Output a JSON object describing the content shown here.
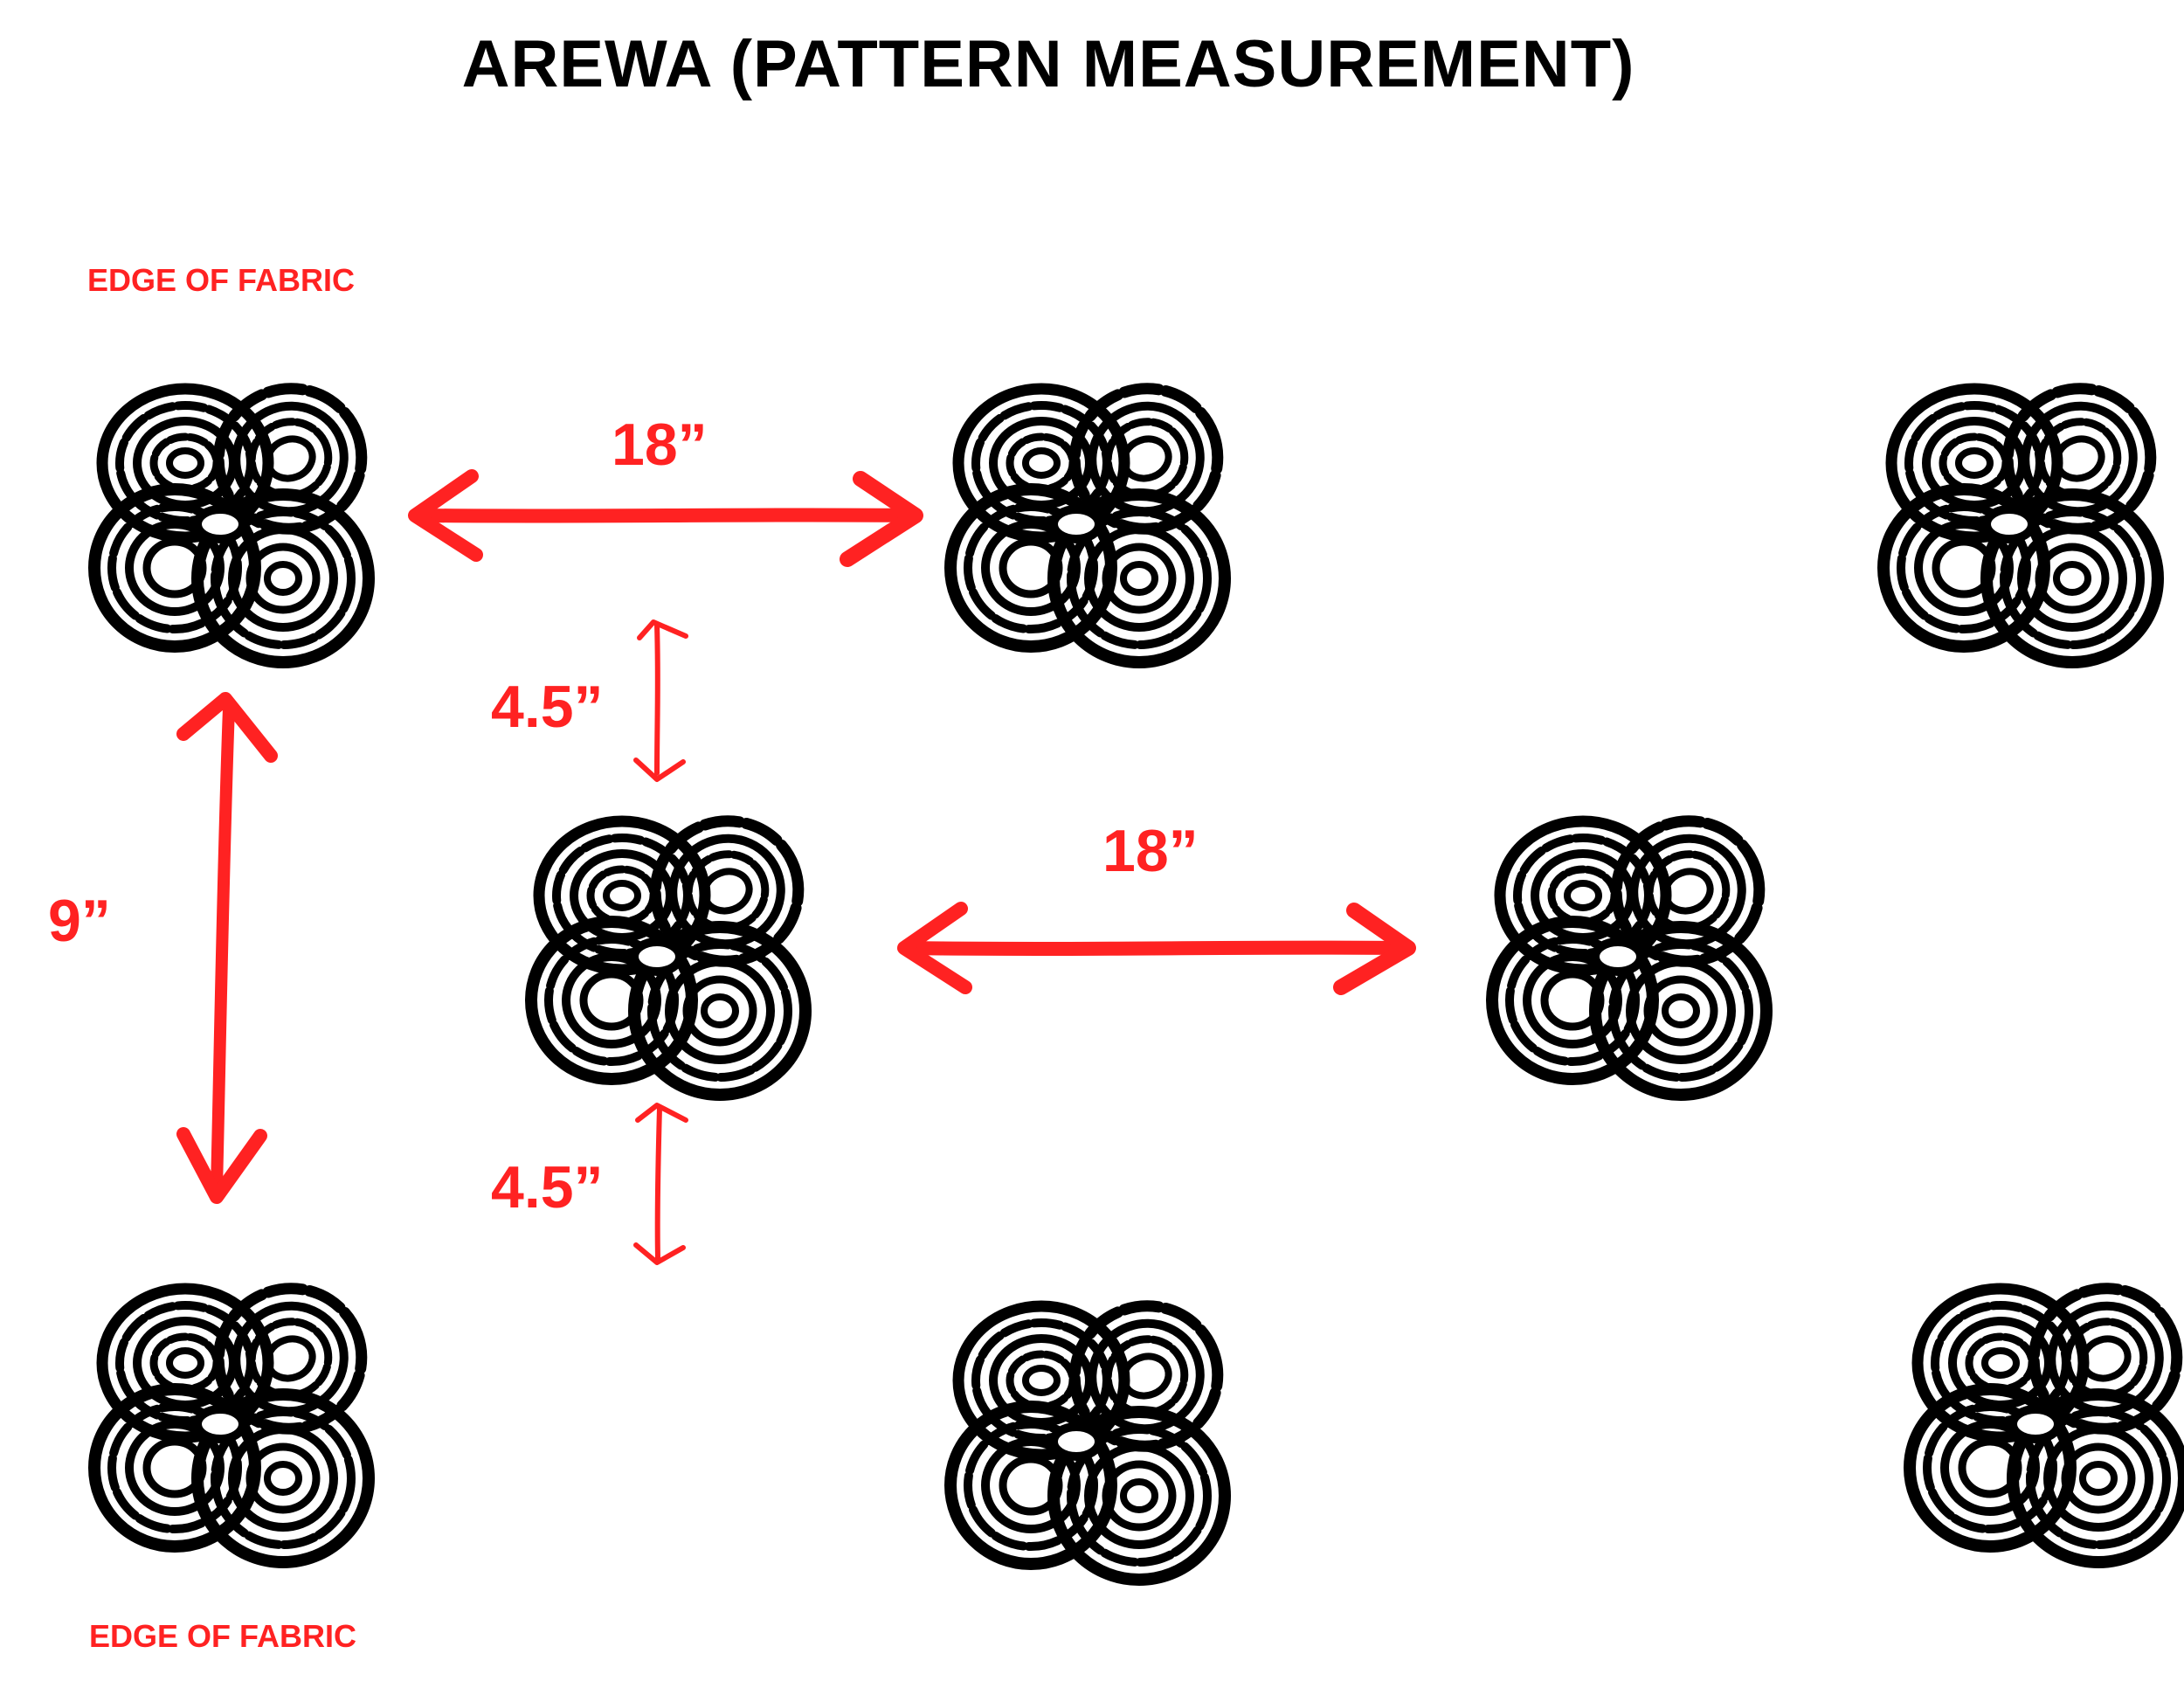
{
  "title": "AREWA (PATTERN MEASUREMENT)",
  "labels": {
    "edge_top": "EDGE OF FABRIC",
    "edge_bottom": "EDGE OF FABRIC"
  },
  "dimensions": {
    "top_horizontal": "18”",
    "middle_horizontal": "18”",
    "upper_vertical": "4.5”",
    "lower_vertical": "4.5”",
    "left_vertical": "9”"
  },
  "motif": {
    "name": "flower-motif",
    "count": 8
  },
  "colors": {
    "annotation": "#ff2222",
    "motif": "#000000",
    "background": "#ffffff"
  }
}
